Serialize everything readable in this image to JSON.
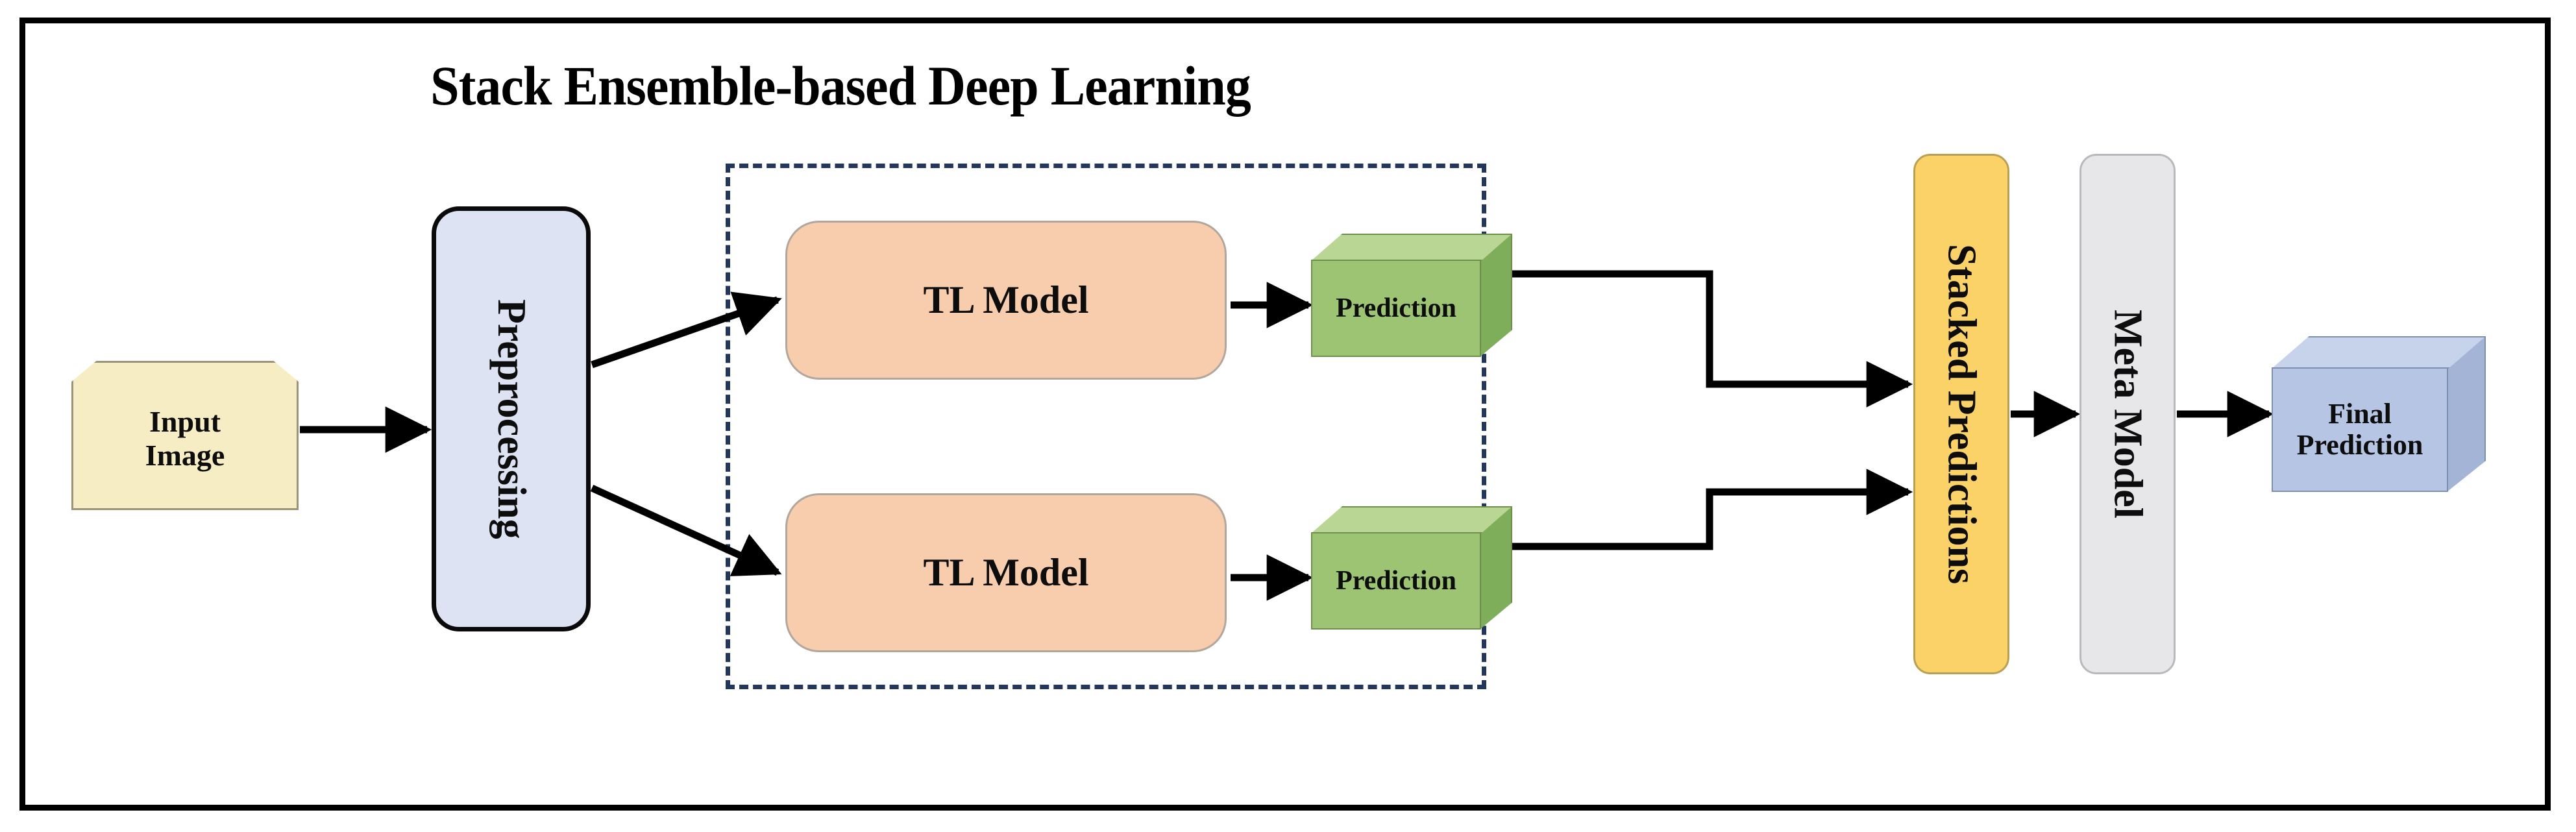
{
  "diagram": {
    "title": "Stack Ensemble-based Deep Learning",
    "frame_color": "#000000",
    "background": "#ffffff"
  },
  "nodes": {
    "input_image": {
      "label_line1": "Input",
      "label_line2": "Image",
      "shape": "note-chamfered",
      "fill": "#f7edc4",
      "stroke": "#9a9478"
    },
    "preprocessing": {
      "label": "Preprocessing",
      "shape": "rounded-rect-vertical",
      "fill": "#dde3f2",
      "stroke": "#0a0a0a",
      "orientation": "vertical"
    },
    "tl_model_top": {
      "label": "TL Model",
      "shape": "rounded-rect",
      "fill": "#f7cdad",
      "stroke": "#b2a79c"
    },
    "tl_model_bottom": {
      "label": "TL Model",
      "shape": "rounded-rect",
      "fill": "#f7cdad",
      "stroke": "#b2a79c"
    },
    "prediction_top": {
      "label": "Prediction",
      "shape": "cube-3d",
      "fill_front": "#9cc472",
      "fill_top": "#b9d694",
      "fill_side": "#7fae5b",
      "stroke": "#6c8f4c"
    },
    "prediction_bottom": {
      "label": "Prediction",
      "shape": "cube-3d",
      "fill_front": "#9cc472",
      "fill_top": "#b9d694",
      "fill_side": "#7fae5b",
      "stroke": "#6c8f4c"
    },
    "stacked_predictions": {
      "label": "Stacked Predictions",
      "shape": "rounded-rect-vertical",
      "fill": "#fbd268",
      "stroke": "#b9a055",
      "orientation": "vertical"
    },
    "meta_model": {
      "label": "Meta Model",
      "shape": "rounded-rect-vertical",
      "fill": "#e7e7ea",
      "stroke": "#b9b9bd",
      "orientation": "vertical"
    },
    "final_prediction": {
      "label_line1": "Final",
      "label_line2": "Prediction",
      "shape": "cube-3d",
      "fill_front": "#b5c5e3",
      "fill_top": "#c7d3ea",
      "fill_side": "#a3b4d6",
      "stroke": "#7d8fae"
    }
  },
  "groups": {
    "ensemble_region": {
      "label": "",
      "border_style": "dashed",
      "border_color": "#23365b"
    }
  },
  "edges": [
    {
      "from": "input_image",
      "to": "preprocessing",
      "style": "straight-arrow"
    },
    {
      "from": "preprocessing",
      "to": "tl_model_top",
      "style": "diagonal-arrow"
    },
    {
      "from": "preprocessing",
      "to": "tl_model_bottom",
      "style": "diagonal-arrow"
    },
    {
      "from": "tl_model_top",
      "to": "prediction_top",
      "style": "straight-arrow"
    },
    {
      "from": "tl_model_bottom",
      "to": "prediction_bottom",
      "style": "straight-arrow"
    },
    {
      "from": "prediction_top",
      "to": "stacked_predictions",
      "style": "elbow-down-arrow"
    },
    {
      "from": "prediction_bottom",
      "to": "stacked_predictions",
      "style": "elbow-up-arrow"
    },
    {
      "from": "stacked_predictions",
      "to": "meta_model",
      "style": "straight-arrow"
    },
    {
      "from": "meta_model",
      "to": "final_prediction",
      "style": "straight-arrow"
    }
  ]
}
